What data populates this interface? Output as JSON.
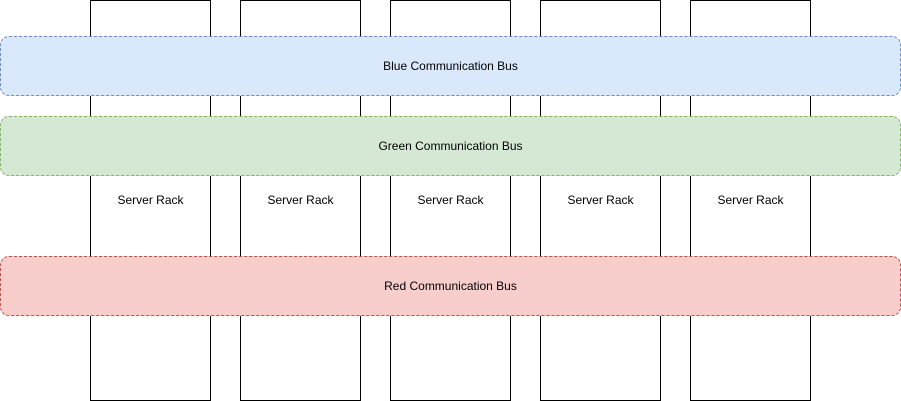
{
  "racks": [
    {
      "label": "Server Rack"
    },
    {
      "label": "Server Rack"
    },
    {
      "label": "Server Rack"
    },
    {
      "label": "Server Rack"
    },
    {
      "label": "Server Rack"
    }
  ],
  "buses": {
    "blue": {
      "label": "Blue Communication Bus",
      "fill": "#dae8fc",
      "stroke": "#6c8ebf"
    },
    "green": {
      "label": "Green Communication Bus",
      "fill": "#d5e8d4",
      "stroke": "#82b366"
    },
    "red": {
      "label": "Red Communication Bus",
      "fill": "#f8cecc",
      "stroke": "#b85450"
    }
  }
}
